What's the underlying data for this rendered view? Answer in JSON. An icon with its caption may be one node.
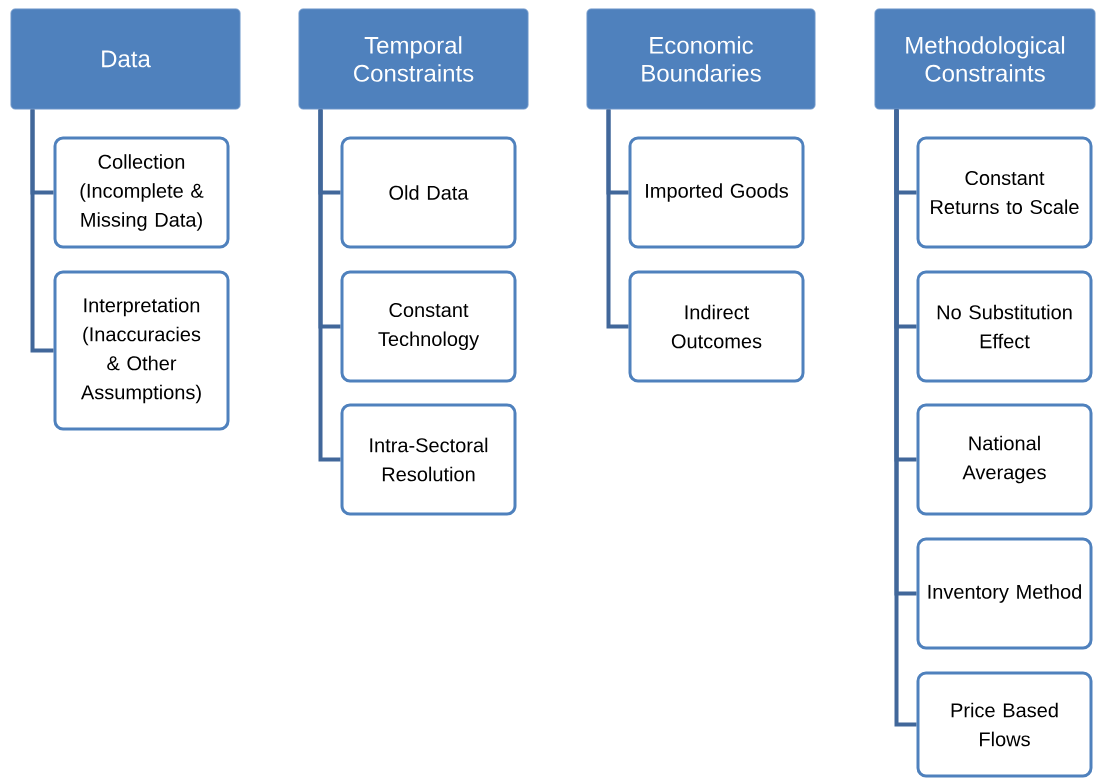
{
  "diagram": {
    "nodes": [
      {
        "text": [
          "Data"
        ]
      },
      {
        "text": [
          "Collection (Incomplete & Missing Data)"
        ]
      },
      {
        "text": [
          "Interpretation (Inaccuracies & Other Assumptions)"
        ]
      },
      {
        "text": [
          "Temporal Constraints"
        ]
      },
      {
        "text": [
          "Old Data"
        ]
      },
      {
        "text": [
          "Constant Technology"
        ]
      },
      {
        "text": [
          "Intra-Sectoral Resolution"
        ]
      },
      {
        "text": [
          "Economic Boundaries"
        ]
      },
      {
        "text": [
          "Imported Goods"
        ]
      },
      {
        "text": [
          "Indirect Outcomes"
        ]
      },
      {
        "text": [
          "Methodological Constraints"
        ]
      },
      {
        "text": [
          "Constant Returns to Scale"
        ]
      },
      {
        "text": [
          "No Substitution Effect"
        ]
      },
      {
        "text": [
          "National Averages"
        ]
      },
      {
        "text": [
          "Inventory Method"
        ]
      },
      {
        "text": [
          "Price Based Flows"
        ]
      }
    ],
    "edges": [
      {
        "from": 0,
        "to": 1,
        "arrow": "none"
      },
      {
        "from": 0,
        "to": 2,
        "arrow": "none"
      },
      {
        "from": 3,
        "to": 4,
        "arrow": "none"
      },
      {
        "from": 3,
        "to": 5,
        "arrow": "none"
      },
      {
        "from": 3,
        "to": 6,
        "arrow": "none"
      },
      {
        "from": 7,
        "to": 8,
        "arrow": "none"
      },
      {
        "from": 7,
        "to": 9,
        "arrow": "none"
      },
      {
        "from": 10,
        "to": 11,
        "arrow": "none"
      },
      {
        "from": 10,
        "to": 12,
        "arrow": "none"
      },
      {
        "from": 10,
        "to": 13,
        "arrow": "none"
      },
      {
        "from": 10,
        "to": 14,
        "arrow": "none"
      },
      {
        "from": 10,
        "to": 15,
        "arrow": "none"
      }
    ]
  }
}
